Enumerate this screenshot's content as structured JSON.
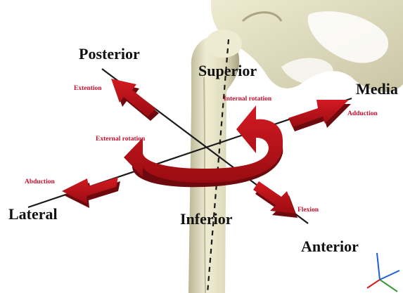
{
  "figure": {
    "axis_labels": {
      "superior": "Superior",
      "inferior": "Inferior",
      "posterior": "Posterior",
      "anterior": "Anterior",
      "lateral": "Lateral",
      "medial": "Media"
    },
    "motion_labels": {
      "extension": "Extention",
      "flexion": "Flexion",
      "abduction_lateral": "Abduction",
      "adduction_medial": "Adduction",
      "internal_rotation": "Internal rotation",
      "external_rotation": "External rotation"
    },
    "colors": {
      "arrow": "#b81018",
      "arrow_dark": "#6e0a0d",
      "bone": "#e4e0c4",
      "bone_shadow": "#b9b594",
      "axis_line": "#1a1a1a",
      "motion_text": "#c8102e",
      "axis_text": "#111111"
    }
  }
}
